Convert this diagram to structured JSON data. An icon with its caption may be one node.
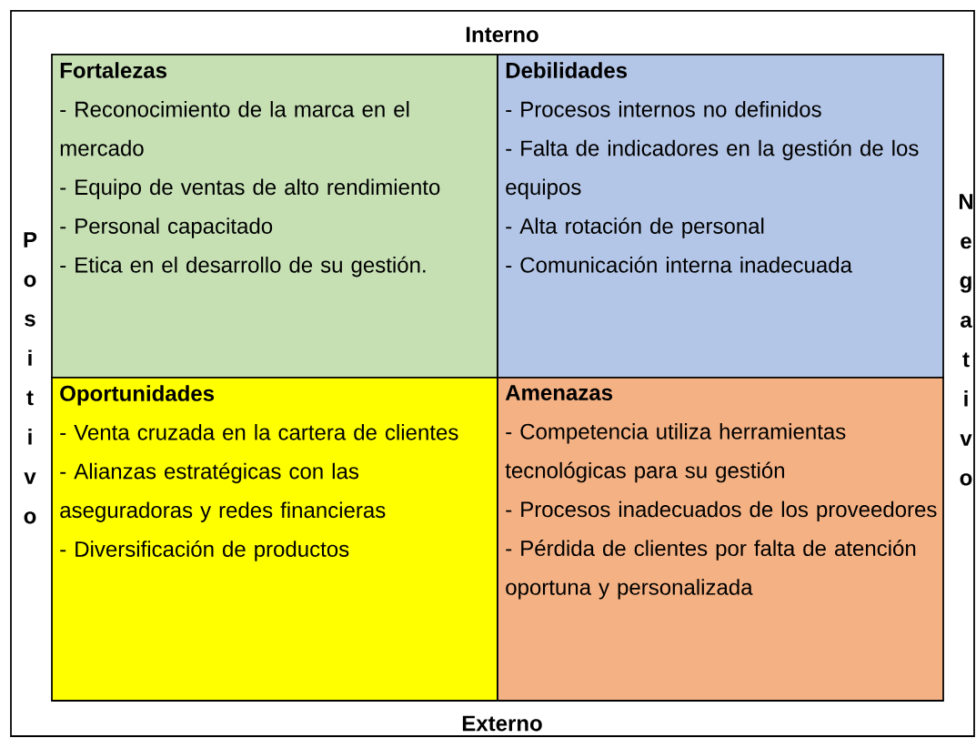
{
  "diagram": {
    "nodes": [
      {
        "text": [
          "Fortalezas",
          "- Reconocimiento de la marca en el mercado",
          "- Equipo de ventas de alto rendimiento",
          "- Personal capacitado",
          "- Etica en el desarrollo de su gestión."
        ]
      },
      {
        "text": [
          "Debilidades",
          "- Procesos internos no definidos",
          "- Falta de indicadores en la gestión de los equipos",
          "- Alta rotación de personal",
          "- Comunicación interna inadecuada"
        ]
      },
      {
        "text": [
          "Oportunidades",
          "- Venta cruzada en la cartera de clientes",
          "- Alianzas estratégicas con las aseguradoras y redes financieras",
          "- Diversificación de productos"
        ]
      },
      {
        "text": [
          "Amenazas",
          "- Competencia utiliza herramientas tecnológicas para su gestión",
          "- Procesos inadecuados de los proveedores",
          "- Pérdida de clientes por falta de atención oportuna y personalizada"
        ]
      }
    ],
    "labels": [
      "Interno",
      "Positivo",
      "Negativo",
      "Externo"
    ]
  }
}
